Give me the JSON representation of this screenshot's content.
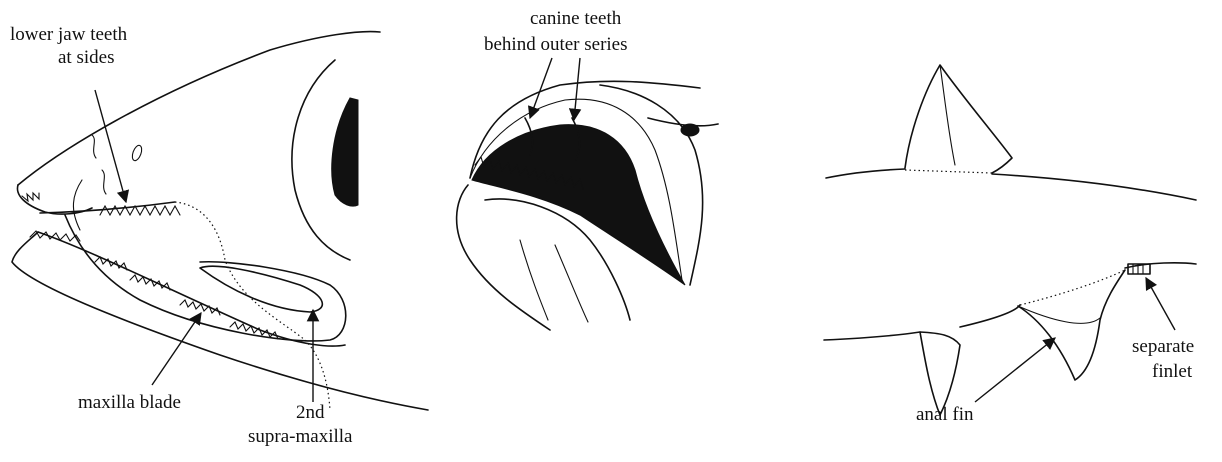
{
  "panels": {
    "head": {
      "label_lower_jaw": [
        "lower jaw teeth",
        "at sides"
      ],
      "label_maxilla_blade": "maxilla blade",
      "label_supramaxilla": [
        "2nd",
        "supra-maxilla"
      ]
    },
    "mouth": {
      "label_canine": [
        "canine teeth",
        "behind outer series"
      ]
    },
    "fins": {
      "label_finlet": [
        "separate",
        "finlet"
      ],
      "label_anal_fin": "anal fin"
    }
  }
}
